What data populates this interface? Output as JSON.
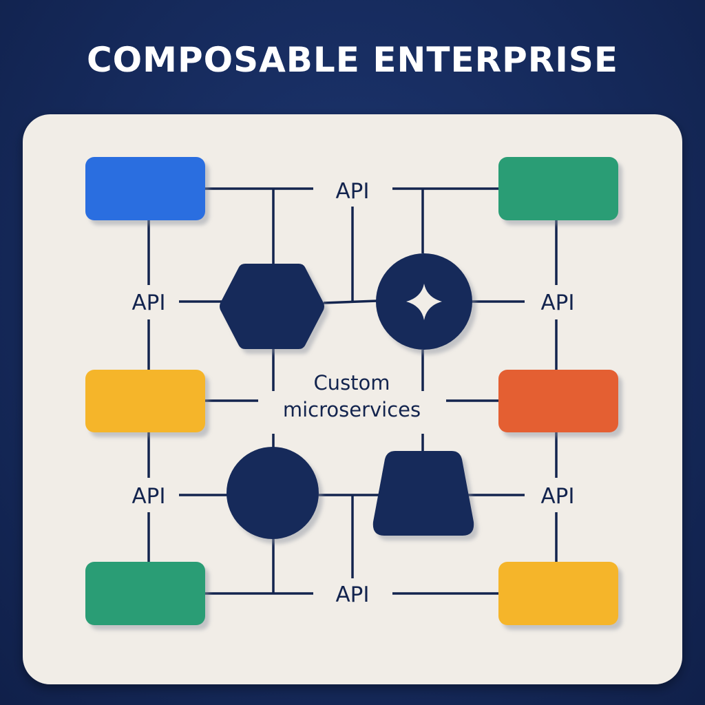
{
  "title": "COMPOSABLE ENTERPRISE",
  "api_label": "API",
  "center_label": {
    "line1": "Custom",
    "line2": "microservices"
  },
  "colors": {
    "background": "#15295a",
    "panel": "#f1ede7",
    "line": "#13244e",
    "node": "#13295a",
    "blue": "#2a6ee0",
    "green": "#2a9d74",
    "yellow": "#f5b52a",
    "orange": "#e45f32"
  },
  "modules": [
    {
      "name": "top-left",
      "color": "blue"
    },
    {
      "name": "top-right",
      "color": "green"
    },
    {
      "name": "middle-left",
      "color": "yellow"
    },
    {
      "name": "middle-right",
      "color": "orange"
    },
    {
      "name": "bottom-left",
      "color": "green"
    },
    {
      "name": "bottom-right",
      "color": "yellow"
    }
  ],
  "microservice_icons": [
    "hexagon",
    "circle-star",
    "circle",
    "trapezoid"
  ]
}
